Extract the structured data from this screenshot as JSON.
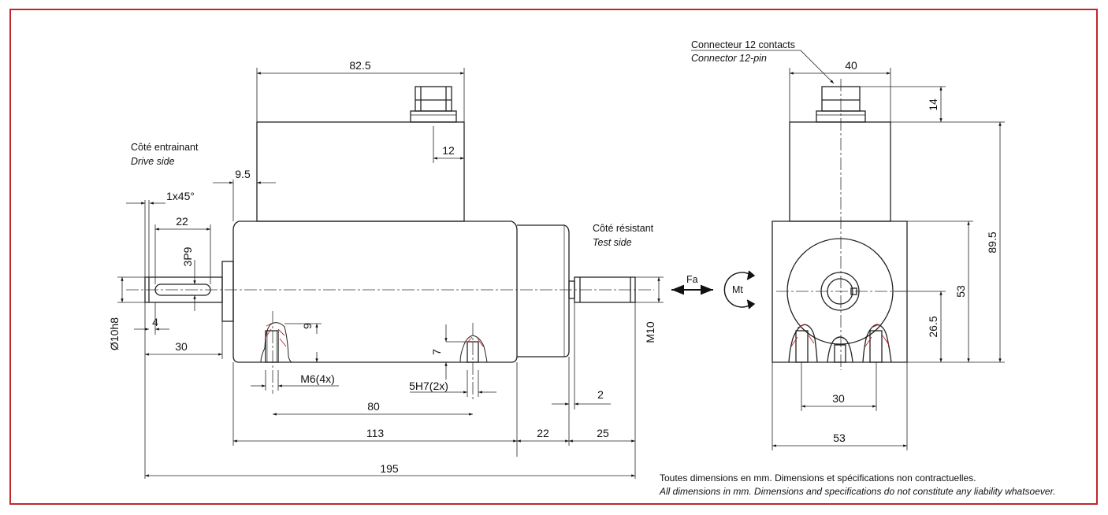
{
  "colors": {
    "frame": "#c0272d",
    "line": "#222222"
  },
  "labels": {
    "drive_fr": "Côté entrainant",
    "drive_en": "Drive side",
    "test_fr": "Côté résistant",
    "test_en": "Test side",
    "connector_fr": "Connecteur 12 contacts",
    "connector_en": "Connector 12-pin",
    "fa": "Fa",
    "mt": "Mt"
  },
  "dimensions": {
    "top_width": "82.5",
    "connector_offset": "12",
    "flange": "9.5",
    "chamfer": "1x45°",
    "key_length": "22",
    "key_width": "3P9",
    "shaft_dia": "Ø10h8",
    "key_offset": "4",
    "shaft_length": "30",
    "thread_depth": "9",
    "thread": "M6(4x)",
    "pin_depth": "7",
    "pin": "5H7(2x)",
    "hole_spacing": "80",
    "body_length": "113",
    "boss_length": "22",
    "test_shaft_length": "25",
    "shoulder": "2",
    "test_thread": "M10",
    "side_connector_width": "40",
    "connector_height": "14",
    "total_height": "89.5",
    "axis_height": "53",
    "center_height": "26.5",
    "side_hole_spacing": "30",
    "side_width": "53",
    "total_length": "195"
  },
  "footnote": {
    "fr": "Toutes dimensions en mm. Dimensions et spécifications non contractuelles.",
    "en": "All dimensions in mm. Dimensions and specifications do not constitute any liability whatsoever."
  }
}
